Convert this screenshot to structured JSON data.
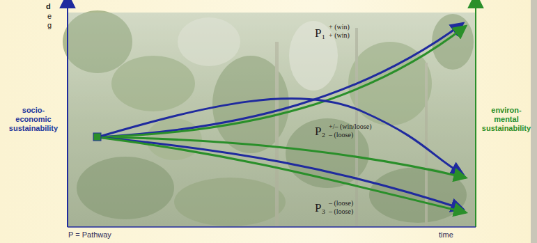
{
  "diagram": {
    "labels": [
      "d",
      "e",
      "g",
      "socio- economic sustainability",
      "environ- mental sustainability",
      "P₁",
      "+ (win)",
      "+ (win)",
      "P₂",
      "+/– (win/loose)",
      "– (loose)",
      "P₃",
      "– (loose)",
      "– (loose)",
      "P = Pathway",
      "time"
    ]
  }
}
